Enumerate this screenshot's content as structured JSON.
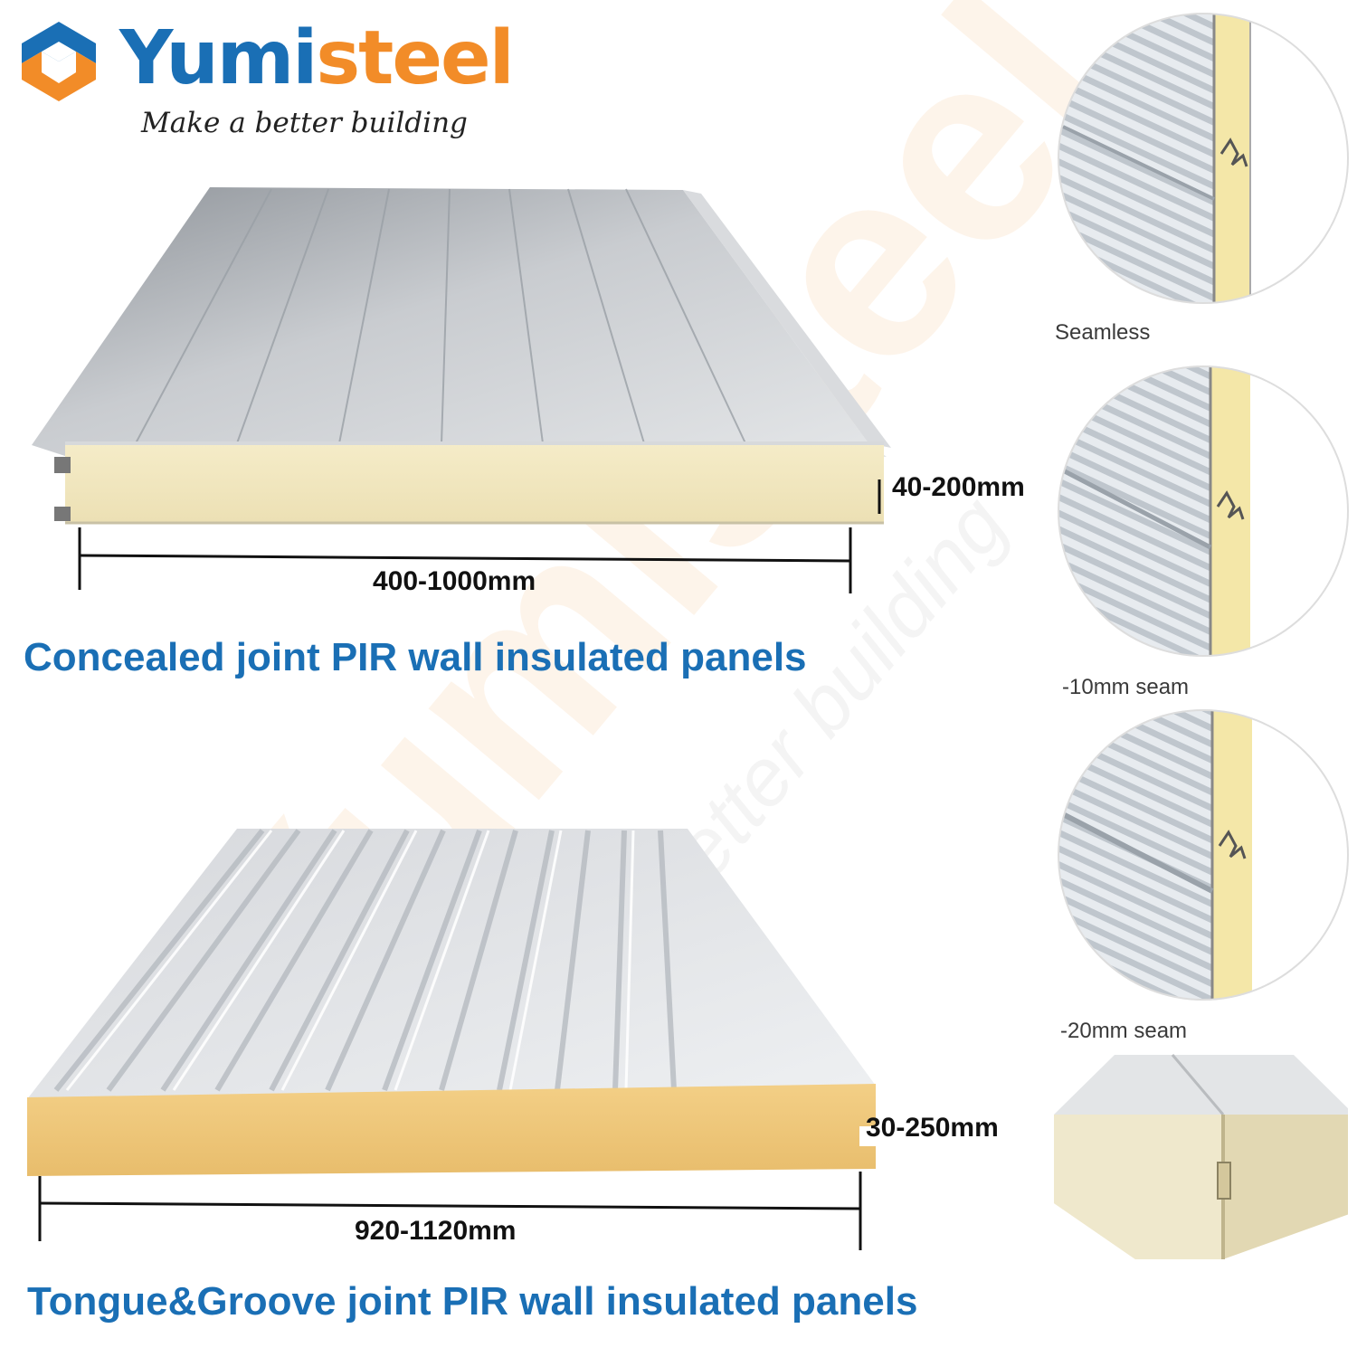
{
  "brand": {
    "name": "Yumisteel",
    "tagline": "Make a better building",
    "colors": {
      "primary_blue": "#1a6fb5",
      "accent_orange": "#f28c28"
    }
  },
  "panels": [
    {
      "title": "Concealed joint PIR wall insulated panels",
      "width_range": "400-1000mm",
      "thickness_range": "40-200mm"
    },
    {
      "title": "Tongue&Groove joint PIR wall insulated panels",
      "width_range": "920-1120mm",
      "thickness_range": "30-250mm"
    }
  ],
  "seam_details": [
    {
      "label": "Seamless",
      "icon": "seam-detail-icon"
    },
    {
      "label": "-10mm seam",
      "icon": "seam-detail-icon"
    },
    {
      "label": "-20mm seam",
      "icon": "seam-detail-icon"
    }
  ],
  "colors": {
    "heading_blue": "#1a6fb5",
    "foam_core": "#f3e7bf",
    "steel_grey": "#b9bcc0"
  }
}
